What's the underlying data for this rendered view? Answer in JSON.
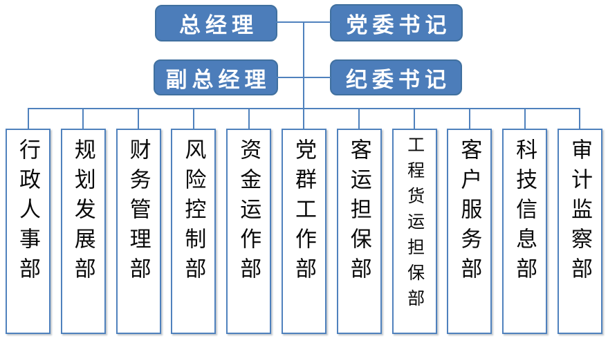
{
  "colors": {
    "leader_box_fill": "#4c7dba",
    "leader_box_border": "#40709f",
    "leader_text": "#ffffff",
    "connector_line": "#4f81bd",
    "department_border": "#4f81bd",
    "department_text": "#0a0a0a",
    "background": "#ffffff"
  },
  "leadership": {
    "row1": [
      {
        "label": "总经理"
      },
      {
        "label": "党委书记"
      }
    ],
    "row2": [
      {
        "label": "副总经理"
      },
      {
        "label": "纪委书记"
      }
    ]
  },
  "departments": [
    {
      "label": "行政人事部"
    },
    {
      "label": "规划发展部"
    },
    {
      "label": "财务管理部"
    },
    {
      "label": "风险控制部"
    },
    {
      "label": "资金运作部"
    },
    {
      "label": "党群工作部"
    },
    {
      "label": "客运担保部"
    },
    {
      "label": "工程货运担保部"
    },
    {
      "label": "客户服务部"
    },
    {
      "label": "科技信息部"
    },
    {
      "label": "审计监察部"
    }
  ]
}
